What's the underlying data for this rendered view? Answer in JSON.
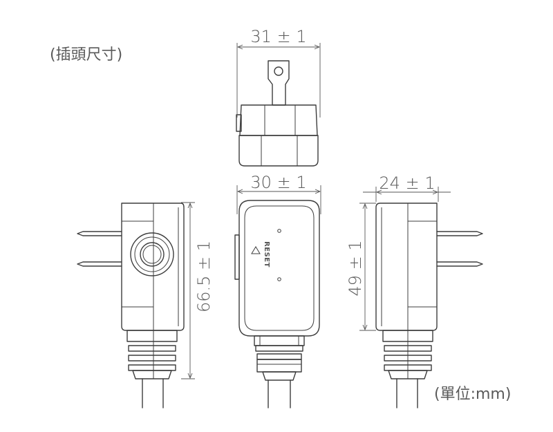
{
  "title_note": "(插頭尺寸)",
  "unit_note": "(單位:mm)",
  "top_view": {
    "width_label": "31 ± 1"
  },
  "front_view": {
    "width_label": "30 ± 1",
    "button_text": "RESET"
  },
  "side_view_right": {
    "width_label": "24 ± 1",
    "height_label": "49 ± 1"
  },
  "side_view_left": {
    "height_label": "66.5 ± 1"
  }
}
